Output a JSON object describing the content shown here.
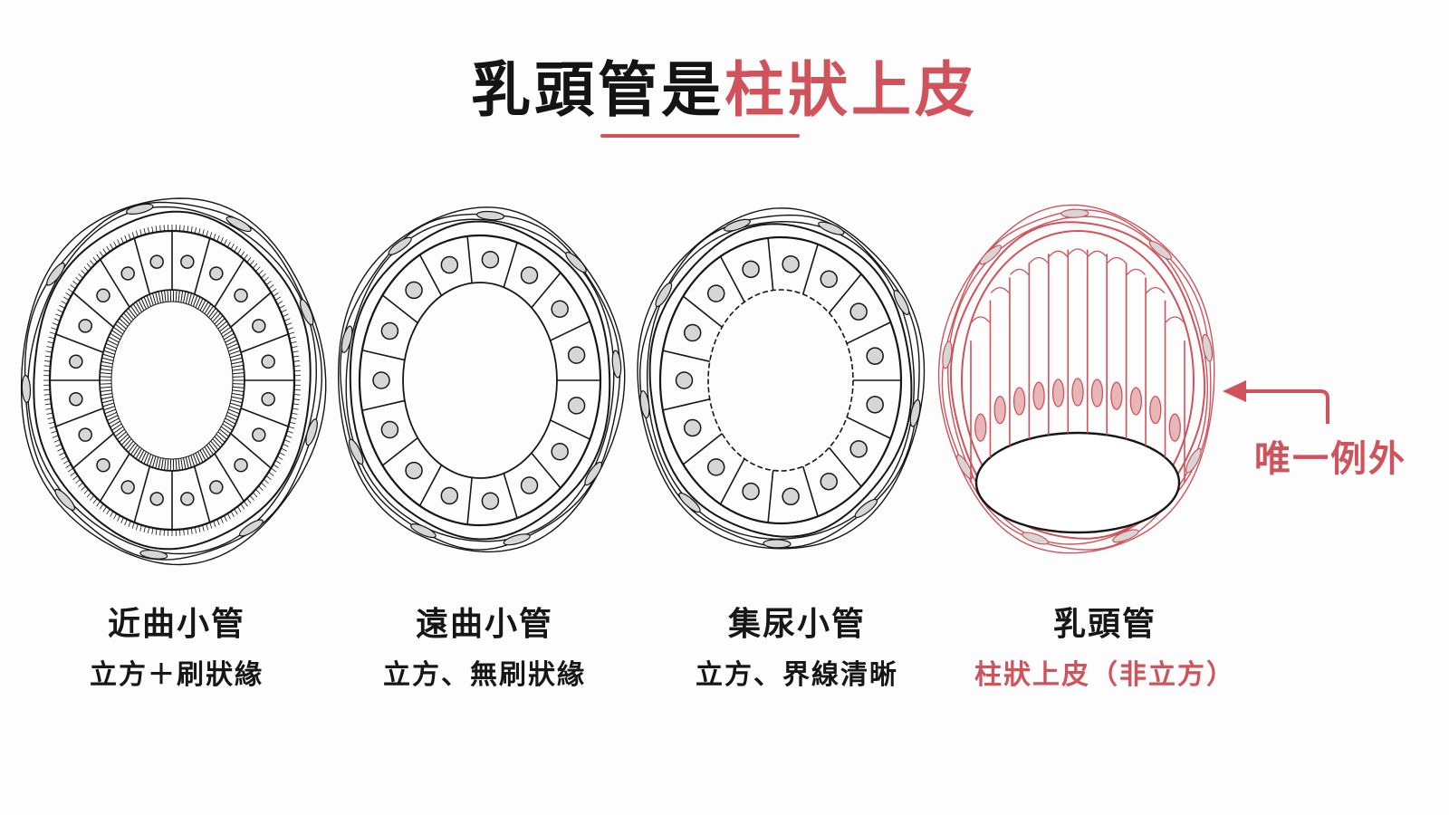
{
  "title": {
    "main": "乳頭管是",
    "accent": "柱狀上皮"
  },
  "colors": {
    "accent": "#d0525a",
    "ink": "#161616",
    "nucleus_fill": "#d6d6d6"
  },
  "tubules": [
    {
      "name": "近曲小管",
      "desc": "立方＋刷狀緣",
      "epithelium": "cuboidal",
      "brush_border": true
    },
    {
      "name": "遠曲小管",
      "desc": "立方、無刷狀緣",
      "epithelium": "cuboidal",
      "brush_border": false
    },
    {
      "name": "集尿小管",
      "desc": "立方、界線清晰",
      "epithelium": "cuboidal",
      "brush_border": false
    },
    {
      "name": "乳頭管",
      "desc": "柱狀上皮（非立方）",
      "epithelium": "columnar",
      "highlighted": true
    }
  ],
  "callout": {
    "label": "唯一例外",
    "icon": "arrow-left-icon"
  }
}
